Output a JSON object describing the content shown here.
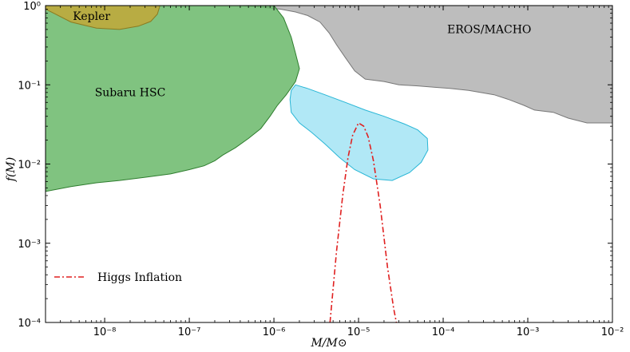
{
  "chart_data": {
    "type": "area",
    "xlabel": "M/M⊙",
    "ylabel": "f(M)",
    "xscale": "log",
    "yscale": "log",
    "xlim": [
      2e-09,
      0.01
    ],
    "ylim": [
      0.0001,
      1
    ],
    "x_ticks": [
      {
        "value": 1e-08,
        "label": "10⁻⁸"
      },
      {
        "value": 1e-07,
        "label": "10⁻⁷"
      },
      {
        "value": 1e-06,
        "label": "10⁻⁶"
      },
      {
        "value": 1e-05,
        "label": "10⁻⁵"
      },
      {
        "value": 0.0001,
        "label": "10⁻⁴"
      },
      {
        "value": 0.001,
        "label": "10⁻³"
      },
      {
        "value": 0.01,
        "label": "10⁻²"
      }
    ],
    "y_ticks": [
      {
        "value": 0.0001,
        "label": "10⁻⁴"
      },
      {
        "value": 0.001,
        "label": "10⁻³"
      },
      {
        "value": 0.01,
        "label": "10⁻²"
      },
      {
        "value": 0.1,
        "label": "10⁻¹"
      },
      {
        "value": 1,
        "label": "10⁰"
      }
    ],
    "grid": false,
    "legend_position": "bottom-left",
    "regions": [
      {
        "name": "EROS/MACHO",
        "label_position": [
          0.00035,
          0.45
        ],
        "fill": "#bdbdbd",
        "edge": "#777777",
        "opacity": 1,
        "boundary": [
          [
            4e-07,
            1
          ],
          [
            0.01,
            1
          ],
          [
            0.01,
            0.033
          ],
          [
            0.005,
            0.033
          ],
          [
            0.003,
            0.038
          ],
          [
            0.002,
            0.045
          ],
          [
            0.0012,
            0.048
          ],
          [
            0.0009,
            0.055
          ],
          [
            0.0006,
            0.065
          ],
          [
            0.0004,
            0.075
          ],
          [
            0.0002,
            0.085
          ],
          [
            0.00012,
            0.09
          ],
          [
            8e-05,
            0.093
          ],
          [
            5e-05,
            0.097
          ],
          [
            3e-05,
            0.1
          ],
          [
            2e-05,
            0.11
          ],
          [
            1.2e-05,
            0.118
          ],
          [
            9e-06,
            0.15
          ],
          [
            7e-06,
            0.22
          ],
          [
            5.5e-06,
            0.32
          ],
          [
            4.5e-06,
            0.45
          ],
          [
            3.5e-06,
            0.62
          ],
          [
            2.5e-06,
            0.75
          ],
          [
            1.8e-06,
            0.83
          ],
          [
            1.2e-06,
            0.9
          ],
          [
            6e-07,
            0.97
          ],
          [
            4e-07,
            1
          ]
        ]
      },
      {
        "name": "Subaru HSC",
        "label_position": [
          2e-08,
          0.072
        ],
        "fill": "#6ab86a",
        "edge": "#2e7d2e",
        "opacity": 0.85,
        "boundary": [
          [
            2e-09,
            1
          ],
          [
            1e-06,
            1
          ],
          [
            1.3e-06,
            0.7
          ],
          [
            1.6e-06,
            0.4
          ],
          [
            1.8e-06,
            0.25
          ],
          [
            2e-06,
            0.16
          ],
          [
            1.8e-06,
            0.11
          ],
          [
            1.4e-06,
            0.075
          ],
          [
            1.1e-06,
            0.055
          ],
          [
            9e-07,
            0.04
          ],
          [
            7e-07,
            0.028
          ],
          [
            5e-07,
            0.021
          ],
          [
            3.5e-07,
            0.016
          ],
          [
            2.5e-07,
            0.013
          ],
          [
            2e-07,
            0.011
          ],
          [
            1.5e-07,
            0.0095
          ],
          [
            1e-07,
            0.0085
          ],
          [
            6e-08,
            0.0075
          ],
          [
            3e-08,
            0.0068
          ],
          [
            1.5e-08,
            0.0062
          ],
          [
            8e-09,
            0.0058
          ],
          [
            4e-09,
            0.0052
          ],
          [
            2e-09,
            0.0045
          ]
        ]
      },
      {
        "name": "Kepler",
        "label_position": [
          7e-09,
          0.66
        ],
        "fill": "#c2a838",
        "edge": "#8a7a20",
        "opacity": 0.85,
        "boundary": [
          [
            2e-09,
            1
          ],
          [
            4.5e-08,
            1
          ],
          [
            4.2e-08,
            0.78
          ],
          [
            3.5e-08,
            0.63
          ],
          [
            2.5e-08,
            0.55
          ],
          [
            1.5e-08,
            0.5
          ],
          [
            8e-09,
            0.52
          ],
          [
            4e-09,
            0.62
          ],
          [
            2.5e-09,
            0.8
          ],
          [
            2e-09,
            0.9
          ]
        ]
      },
      {
        "name": "",
        "fill": "#a8e6f5",
        "edge": "#29b6d6",
        "opacity": 0.9,
        "boundary": [
          [
            1.8e-06,
            0.1
          ],
          [
            2.5e-06,
            0.09
          ],
          [
            4e-06,
            0.075
          ],
          [
            7e-06,
            0.06
          ],
          [
            1.2e-05,
            0.048
          ],
          [
            2e-05,
            0.04
          ],
          [
            3.5e-05,
            0.032
          ],
          [
            5e-05,
            0.027
          ],
          [
            6.5e-05,
            0.021
          ],
          [
            6.6e-05,
            0.015
          ],
          [
            5.5e-05,
            0.0105
          ],
          [
            4e-05,
            0.0078
          ],
          [
            2.5e-05,
            0.0062
          ],
          [
            1.5e-05,
            0.0065
          ],
          [
            9e-06,
            0.0085
          ],
          [
            6e-06,
            0.012
          ],
          [
            4e-06,
            0.018
          ],
          [
            2.8e-06,
            0.025
          ],
          [
            2e-06,
            0.033
          ],
          [
            1.6e-06,
            0.045
          ],
          [
            1.55e-06,
            0.065
          ],
          [
            1.6e-06,
            0.085
          ]
        ]
      }
    ],
    "series": [
      {
        "name": "Higgs Inflation",
        "style": "dash-dot",
        "color": "#e02020",
        "x": [
          4.6e-06,
          5.5e-06,
          6.5e-06,
          7.5e-06,
          8.5e-06,
          1e-05,
          1.15e-05,
          1.3e-05,
          1.5e-05,
          1.8e-05,
          2.2e-05,
          2.6e-05,
          2.8e-05
        ],
        "y": [
          0.0001,
          0.0008,
          0.004,
          0.012,
          0.023,
          0.033,
          0.03,
          0.022,
          0.011,
          0.003,
          0.0005,
          0.00015,
          0.0001
        ]
      }
    ]
  }
}
